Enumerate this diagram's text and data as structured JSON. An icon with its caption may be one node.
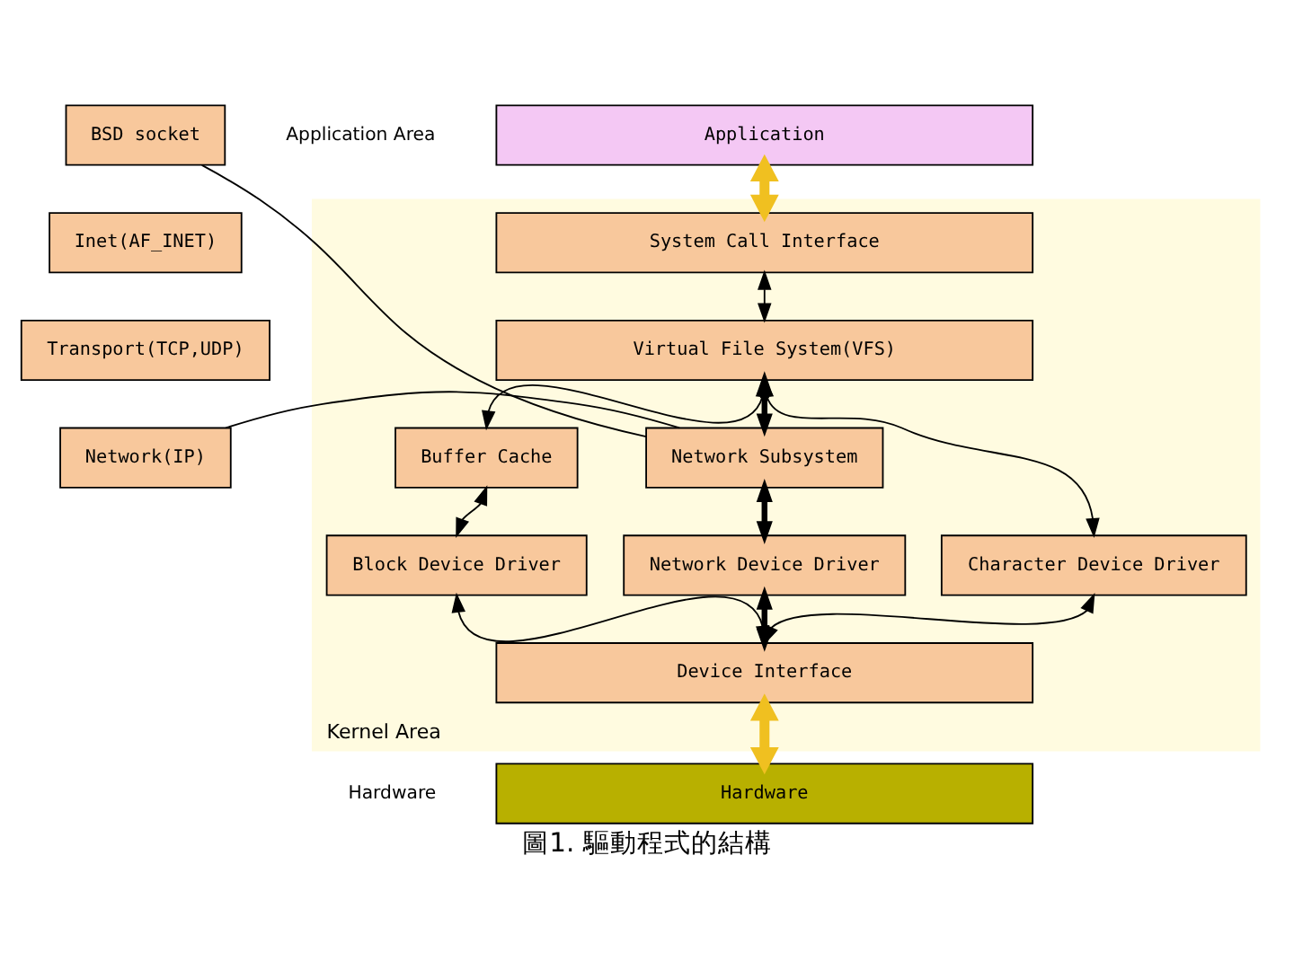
{
  "diagram": {
    "caption": "圖1. 驅動程式的結構",
    "nodes": [
      {
        "text": [
          "Application"
        ]
      },
      {
        "text": [
          "Kernel Area"
        ]
      },
      {
        "text": [
          "System Call Interface"
        ],
        "in": 1
      },
      {
        "text": [
          "Virtual File System(VFS)"
        ],
        "in": 1
      },
      {
        "text": [
          "Buffer Cache"
        ],
        "in": 1
      },
      {
        "text": [
          "Network Subsystem"
        ],
        "in": 1
      },
      {
        "text": [
          "Character Device Driver"
        ],
        "in": 1
      },
      {
        "text": [
          "Block Device Driver"
        ],
        "in": 1
      },
      {
        "text": [
          "Network Device Driver"
        ],
        "in": 1
      },
      {
        "text": [
          "Device Interface"
        ],
        "in": 1
      },
      {
        "text": [
          "Hardware"
        ]
      },
      {
        "text": [
          "BSD socket"
        ]
      },
      {
        "text": [
          "Inet(AF_INET)"
        ]
      },
      {
        "text": [
          "Transport(TCP,UDP)"
        ]
      },
      {
        "text": [
          "Network(IP)"
        ]
      }
    ],
    "edges": [
      {
        "from": 0,
        "to": 2,
        "arrow": "both",
        "style": "thick",
        "color": "#f0c020"
      },
      {
        "from": 2,
        "to": 3,
        "arrow": "both"
      },
      {
        "from": 3,
        "to": 6,
        "arrow": "both"
      },
      {
        "from": 3,
        "to": 4,
        "arrow": "both"
      },
      {
        "from": 3,
        "to": 5,
        "arrow": "both",
        "style": "thick"
      },
      {
        "from": 4,
        "to": 7,
        "arrow": "both"
      },
      {
        "from": 5,
        "to": 8,
        "arrow": "both",
        "style": "thick"
      },
      {
        "from": 6,
        "to": 9,
        "arrow": "both"
      },
      {
        "from": 7,
        "to": 9,
        "arrow": "both"
      },
      {
        "from": 8,
        "to": 9,
        "arrow": "both",
        "style": "thick"
      },
      {
        "from": 9,
        "to": 10,
        "arrow": "both",
        "style": "thick",
        "color": "#f0c020"
      },
      {
        "from": 5,
        "to": 11,
        "arrow": "none"
      },
      {
        "from": 5,
        "to": 14,
        "arrow": "none"
      }
    ],
    "labels": [
      "Application Area",
      "Hardware"
    ]
  }
}
